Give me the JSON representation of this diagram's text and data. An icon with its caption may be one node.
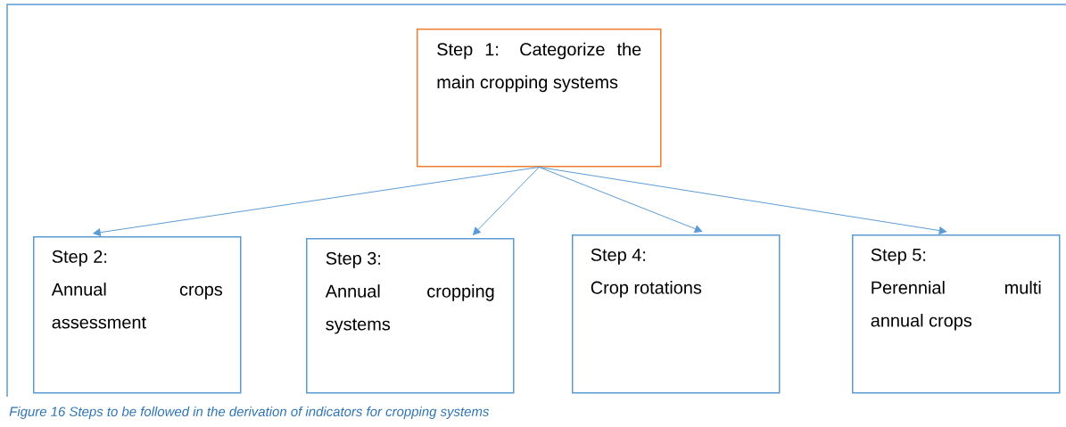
{
  "diagram": {
    "caption": "Figure 16 Steps to be followed in the derivation of indicators for cropping systems",
    "nodes": [
      {
        "text": [
          "Step 1: Categorize the main cropping systems"
        ]
      },
      {
        "text": [
          "Step 2:",
          "Annual crops assessment"
        ]
      },
      {
        "text": [
          "Step 3:",
          "Annual cropping systems"
        ]
      },
      {
        "text": [
          "Step 4:",
          "Crop rotations"
        ]
      },
      {
        "text": [
          "Step 5:",
          "Perennial multi annual crops"
        ]
      }
    ],
    "edges": [
      {
        "from": 0,
        "to": 1,
        "arrow": "to"
      },
      {
        "from": 0,
        "to": 2,
        "arrow": "to"
      },
      {
        "from": 0,
        "to": 3,
        "arrow": "to"
      },
      {
        "from": 0,
        "to": 4,
        "arrow": "to"
      }
    ]
  }
}
